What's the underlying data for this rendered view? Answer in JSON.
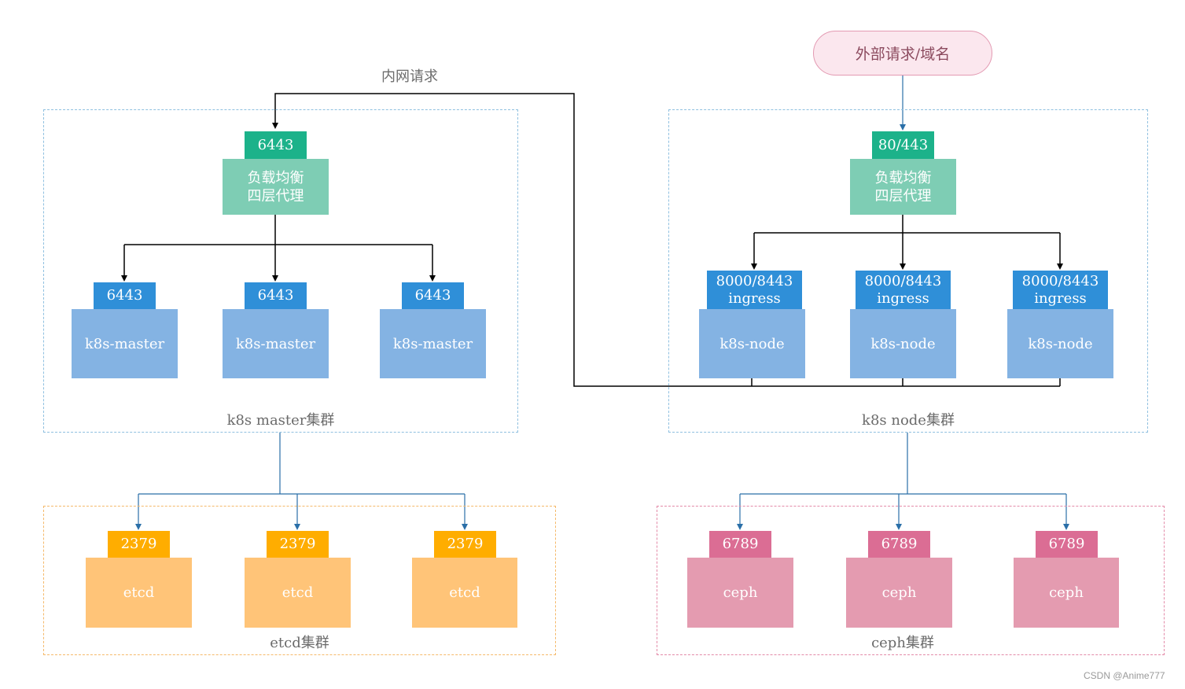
{
  "external": {
    "label": "外部请求/域名"
  },
  "internal": {
    "label": "内网请求"
  },
  "colors": {
    "teal_port": "#1cb28a",
    "load_balancer": "#7ecdb4",
    "blue_port": "#2f8fd8",
    "k8s_node": "#84b3e3",
    "orange_port": "#ffad00",
    "etcd_node": "#ffc478",
    "pink_port": "#db6d94",
    "ceph_node": "#e49bb0",
    "black_line": "#000000",
    "blue_line": "#2a6fa8"
  },
  "master_cluster": {
    "caption": "k8s master集群",
    "lb_port": "6443",
    "lb_line1": "负载均衡",
    "lb_line2": "四层代理",
    "nodes": [
      {
        "port": "6443",
        "label": "k8s-master"
      },
      {
        "port": "6443",
        "label": "k8s-master"
      },
      {
        "port": "6443",
        "label": "k8s-master"
      }
    ]
  },
  "node_cluster": {
    "caption": "k8s node集群",
    "lb_port": "80/443",
    "lb_line1": "负载均衡",
    "lb_line2": "四层代理",
    "nodes": [
      {
        "port": "8000/8443",
        "sub": "ingress",
        "label": "k8s-node"
      },
      {
        "port": "8000/8443",
        "sub": "ingress",
        "label": "k8s-node"
      },
      {
        "port": "8000/8443",
        "sub": "ingress",
        "label": "k8s-node"
      }
    ]
  },
  "etcd_cluster": {
    "caption": "etcd集群",
    "nodes": [
      {
        "port": "2379",
        "label": "etcd"
      },
      {
        "port": "2379",
        "label": "etcd"
      },
      {
        "port": "2379",
        "label": "etcd"
      }
    ]
  },
  "ceph_cluster": {
    "caption": "ceph集群",
    "nodes": [
      {
        "port": "6789",
        "label": "ceph"
      },
      {
        "port": "6789",
        "label": "ceph"
      },
      {
        "port": "6789",
        "label": "ceph"
      }
    ]
  },
  "watermark": "CSDN @Anime777"
}
